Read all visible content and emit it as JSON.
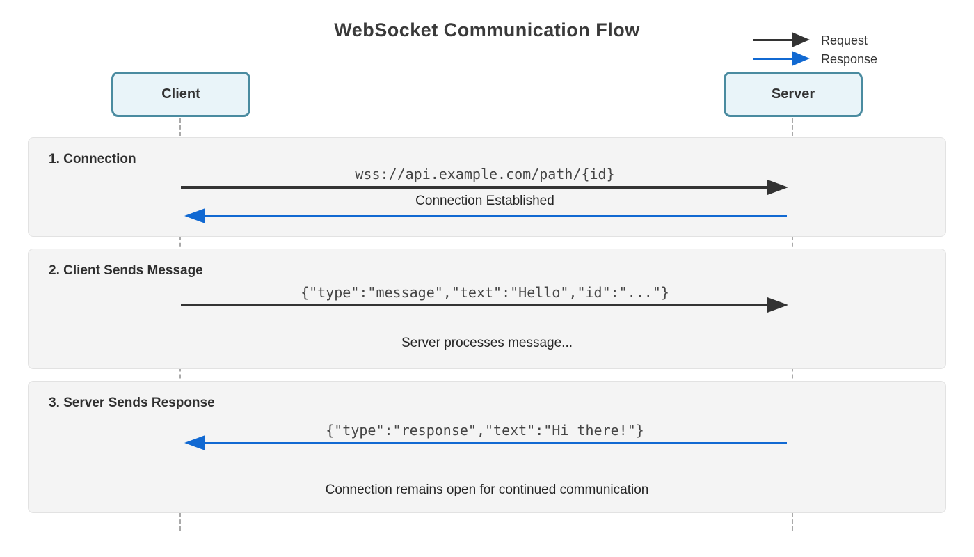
{
  "title": "WebSocket Communication Flow",
  "legend": {
    "request_label": "Request",
    "response_label": "Response"
  },
  "actors": {
    "client_label": "Client",
    "server_label": "Server"
  },
  "colors": {
    "request_arrow": "#333333",
    "response_arrow": "#1169d2",
    "actor_border": "#4a8ba0",
    "actor_fill": "#e9f4f9",
    "section_fill": "#f4f4f4",
    "title_text": "#3a3a3a"
  },
  "sections": [
    {
      "heading": "1. Connection",
      "messages": [
        {
          "label": "wss://api.example.com/path/{id}",
          "direction": "right",
          "kind": "request"
        },
        {
          "label": "Connection Established",
          "direction": "left",
          "kind": "response"
        }
      ],
      "note": ""
    },
    {
      "heading": "2. Client Sends Message",
      "messages": [
        {
          "label": "{\"type\":\"message\",\"text\":\"Hello\",\"id\":\"...\"}",
          "direction": "right",
          "kind": "request"
        }
      ],
      "note": "Server processes message..."
    },
    {
      "heading": "3. Server Sends Response",
      "messages": [
        {
          "label": "{\"type\":\"response\",\"text\":\"Hi there!\"}",
          "direction": "left",
          "kind": "response"
        }
      ],
      "note": "Connection remains open for continued communication"
    }
  ]
}
